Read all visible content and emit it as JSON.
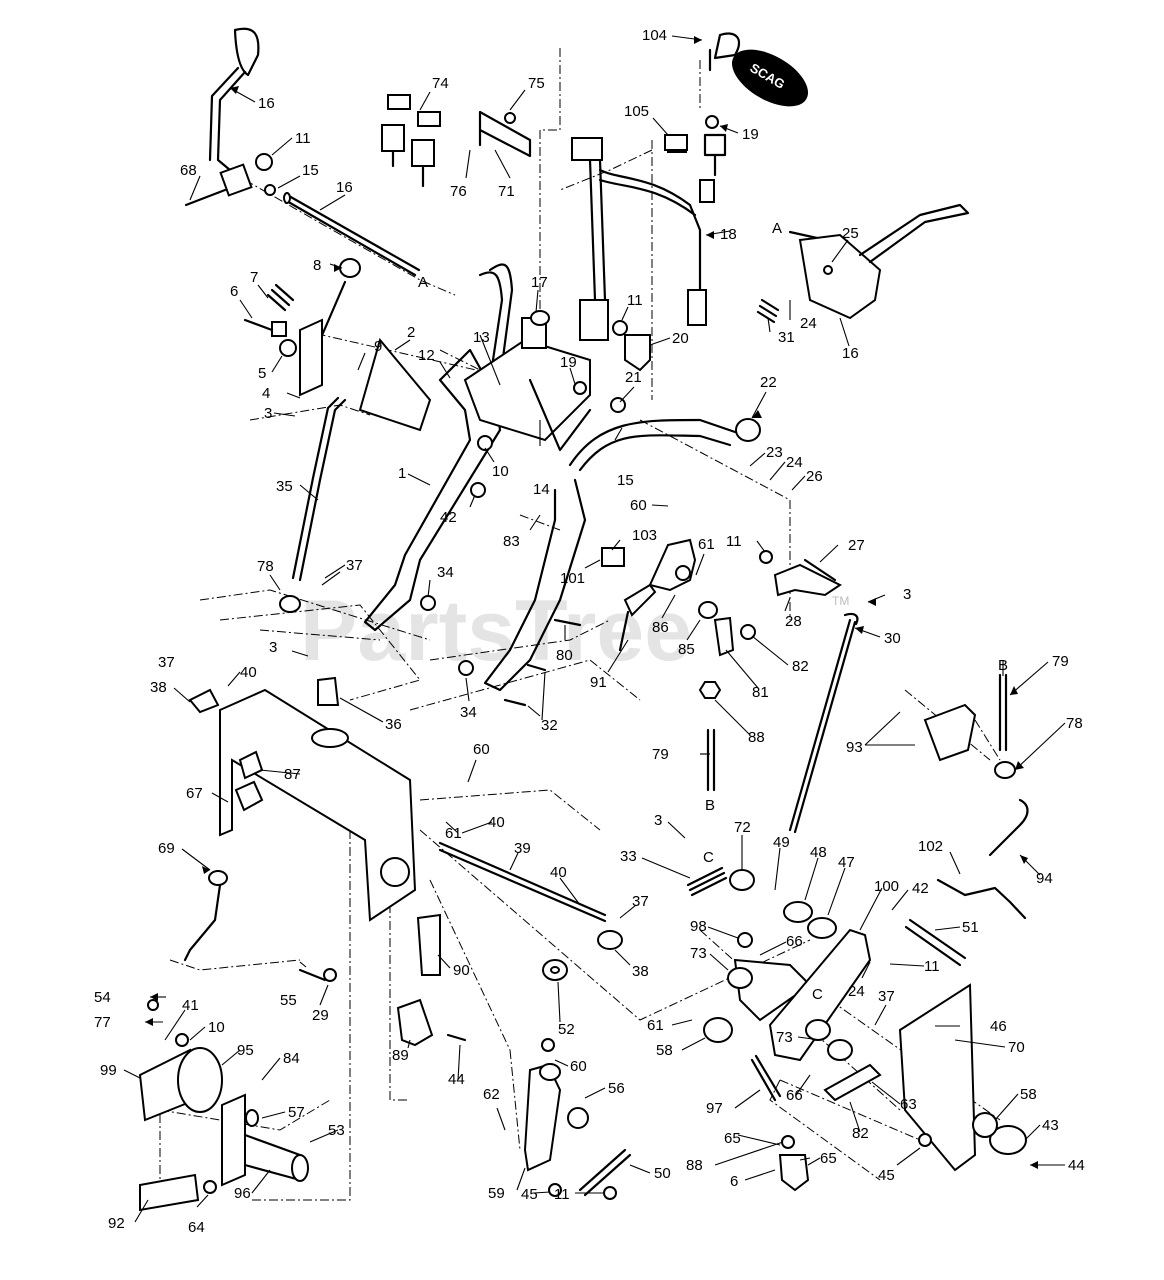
{
  "diagram": {
    "watermark": "PartsTree",
    "watermark_tm": "TM",
    "key_tag": "SCAG",
    "callout_labels": [
      "104",
      "74",
      "75",
      "105",
      "19",
      "16",
      "11",
      "68",
      "15",
      "16",
      "76",
      "71",
      "18",
      "A",
      "25",
      "8",
      "A",
      "7",
      "6",
      "2",
      "17",
      "11",
      "20",
      "24",
      "31",
      "16",
      "13",
      "5",
      "9",
      "12",
      "19",
      "21",
      "22",
      "4",
      "3",
      "1",
      "10",
      "14",
      "15",
      "23",
      "24",
      "26",
      "35",
      "42",
      "60",
      "83",
      "103",
      "11",
      "27",
      "37",
      "78",
      "34",
      "101",
      "61",
      "3",
      "28",
      "86",
      "80",
      "85",
      "82",
      "30",
      "3",
      "81",
      "91",
      "37",
      "40",
      "38",
      "36",
      "34",
      "32",
      "88",
      "B",
      "79",
      "93",
      "78",
      "60",
      "87",
      "67",
      "61",
      "40",
      "79",
      "B",
      "3",
      "72",
      "49",
      "48",
      "47",
      "102",
      "39",
      "33",
      "C",
      "40",
      "37",
      "94",
      "69",
      "42",
      "100",
      "51",
      "98",
      "66",
      "73",
      "38",
      "90",
      "11",
      "24",
      "52",
      "37",
      "54",
      "41",
      "77",
      "10",
      "61",
      "58",
      "C",
      "46",
      "70",
      "95",
      "99",
      "84",
      "60",
      "56",
      "73",
      "55",
      "29",
      "89",
      "44",
      "57",
      "53",
      "62",
      "97",
      "65",
      "63",
      "58",
      "43",
      "82",
      "66",
      "59",
      "45",
      "50",
      "11",
      "88",
      "65",
      "6",
      "45",
      "44",
      "92",
      "96",
      "64"
    ]
  }
}
